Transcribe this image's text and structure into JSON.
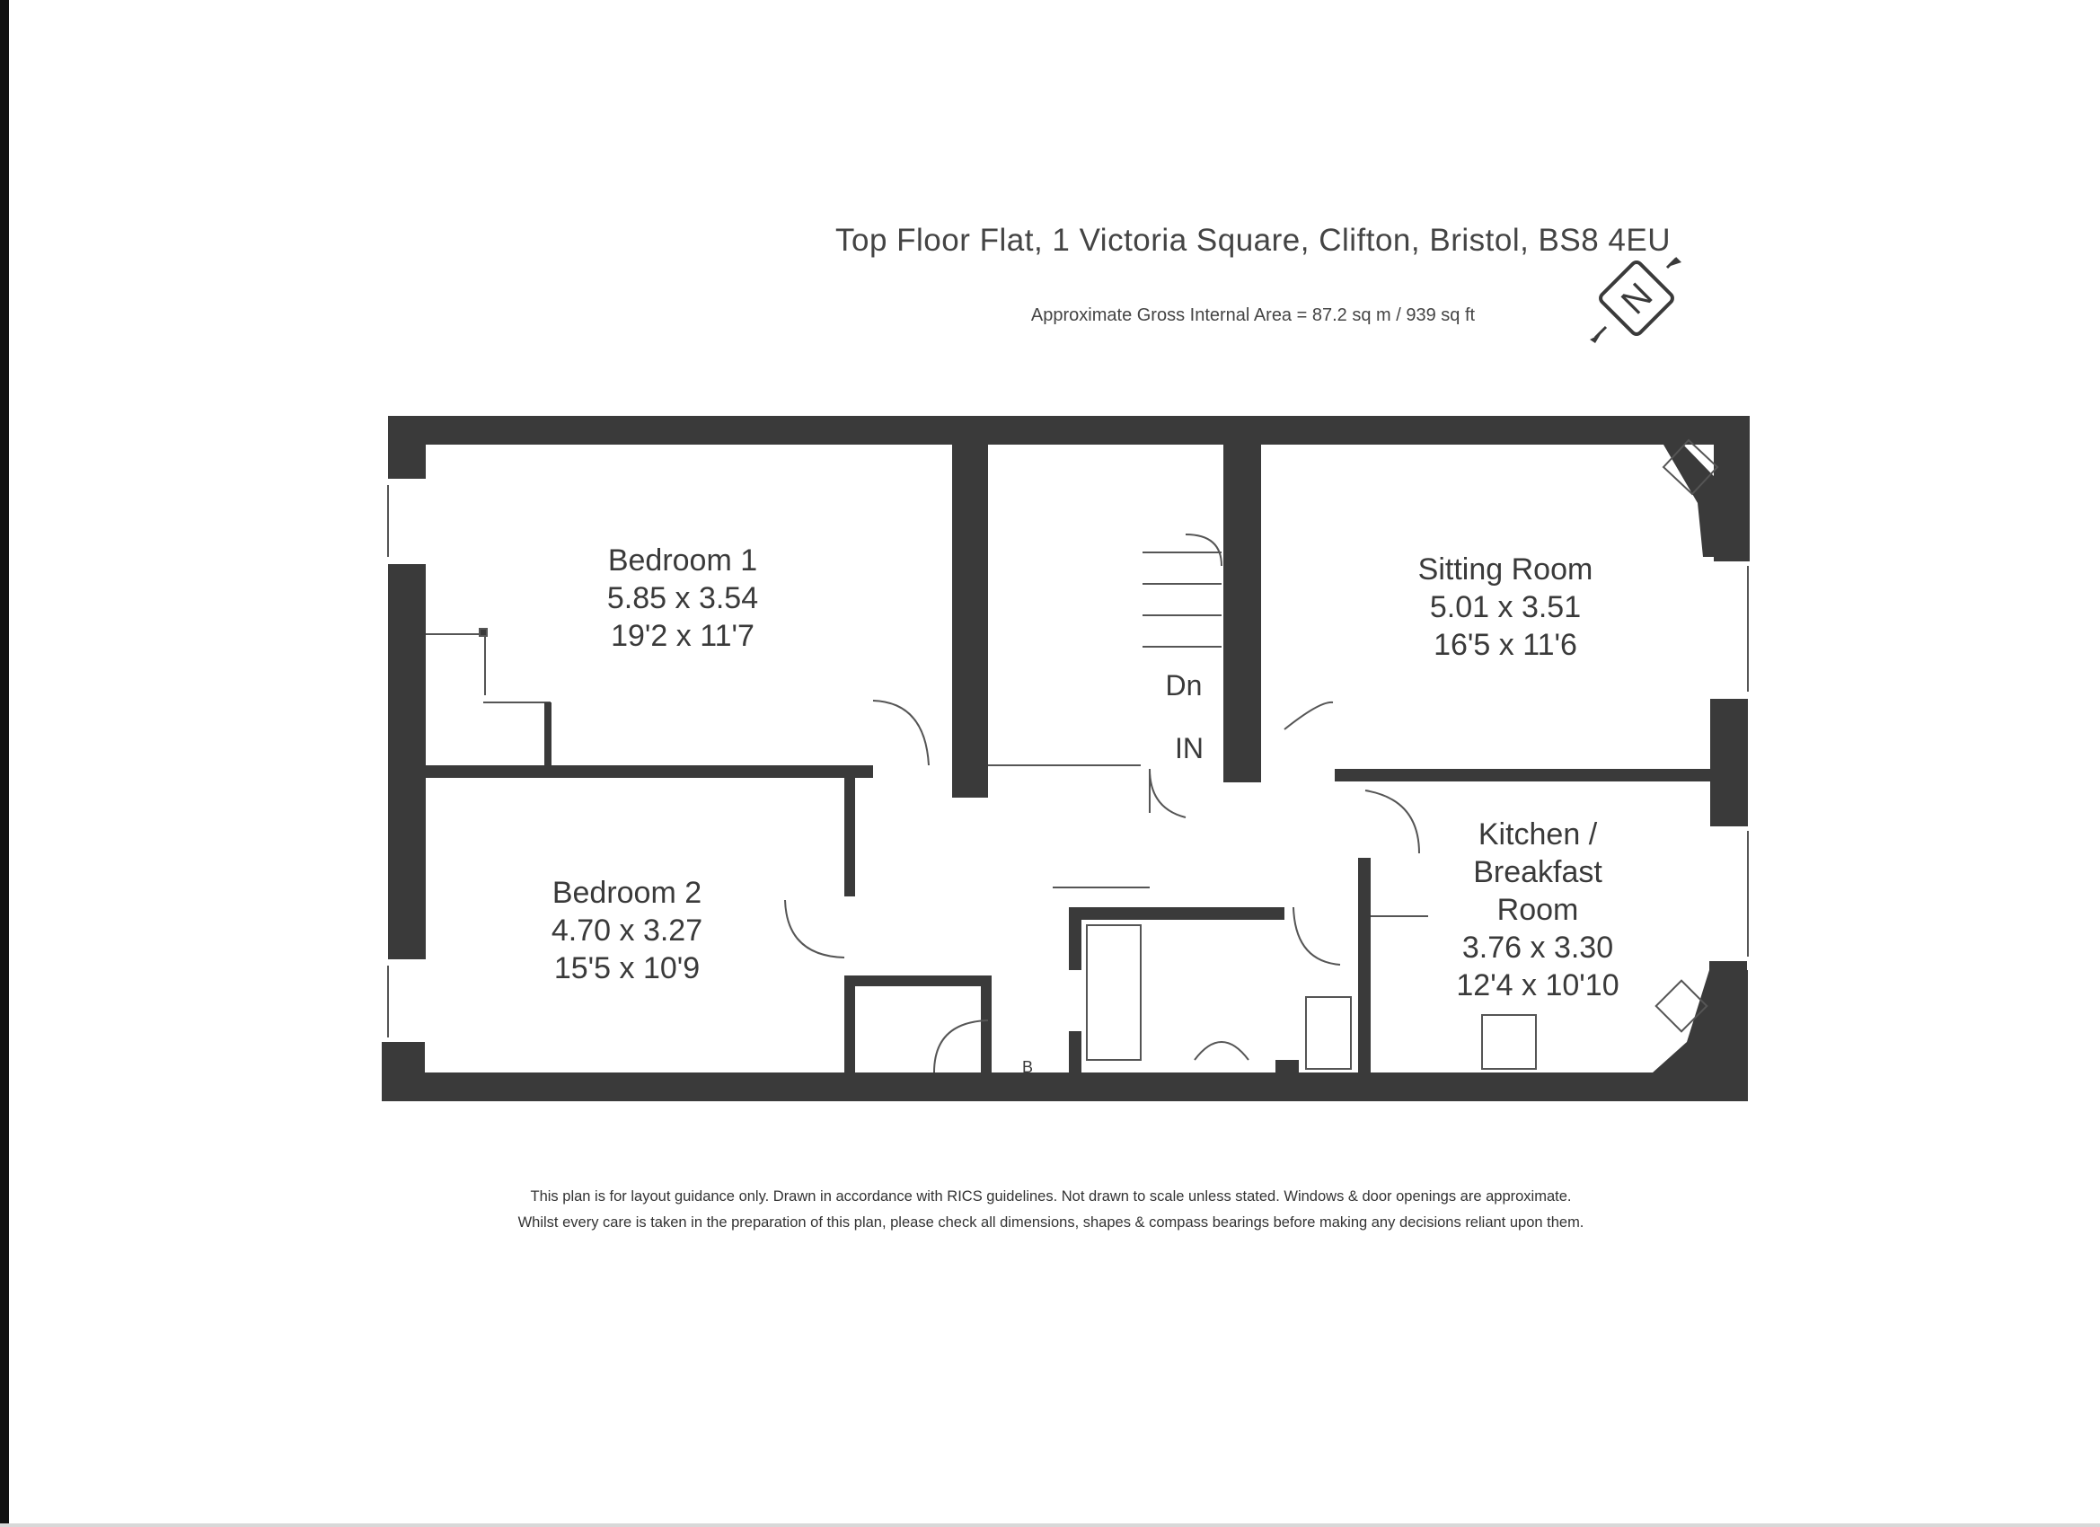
{
  "header": {
    "title": "Top Floor Flat, 1 Victoria Square, Clifton, Bristol, BS8 4EU",
    "area": "Approximate Gross Internal Area = 87.2 sq m / 939 sq ft"
  },
  "compass": {
    "letter": "N",
    "icon": "north-compass-icon"
  },
  "rooms": {
    "bedroom1": {
      "name": "Bedroom 1",
      "metric": "5.85 x 3.54",
      "imperial": "19'2 x 11'7"
    },
    "sitting": {
      "name": "Sitting Room",
      "metric": "5.01 x 3.51",
      "imperial": "16'5 x 11'6"
    },
    "bedroom2": {
      "name": "Bedroom 2",
      "metric": "4.70 x 3.27",
      "imperial": "15'5 x 10'9"
    },
    "kitchen": {
      "name_line1": "Kitchen /",
      "name_line2": "Breakfast",
      "name_line3": "Room",
      "metric": "3.76 x 3.30",
      "imperial": "12'4 x 10'10"
    }
  },
  "markers": {
    "stairs_down": "Dn",
    "entrance": "IN",
    "boiler": "B"
  },
  "footer": {
    "line1": "This plan is for layout guidance only. Drawn in accordance with RICS guidelines. Not drawn to scale unless stated. Windows & door openings are approximate.",
    "line2": "Whilst every care is taken in the preparation of this plan, please check all dimensions, shapes & compass bearings before making any decisions reliant upon them."
  },
  "colors": {
    "wall": "#3a3a3a",
    "line": "#555555"
  }
}
